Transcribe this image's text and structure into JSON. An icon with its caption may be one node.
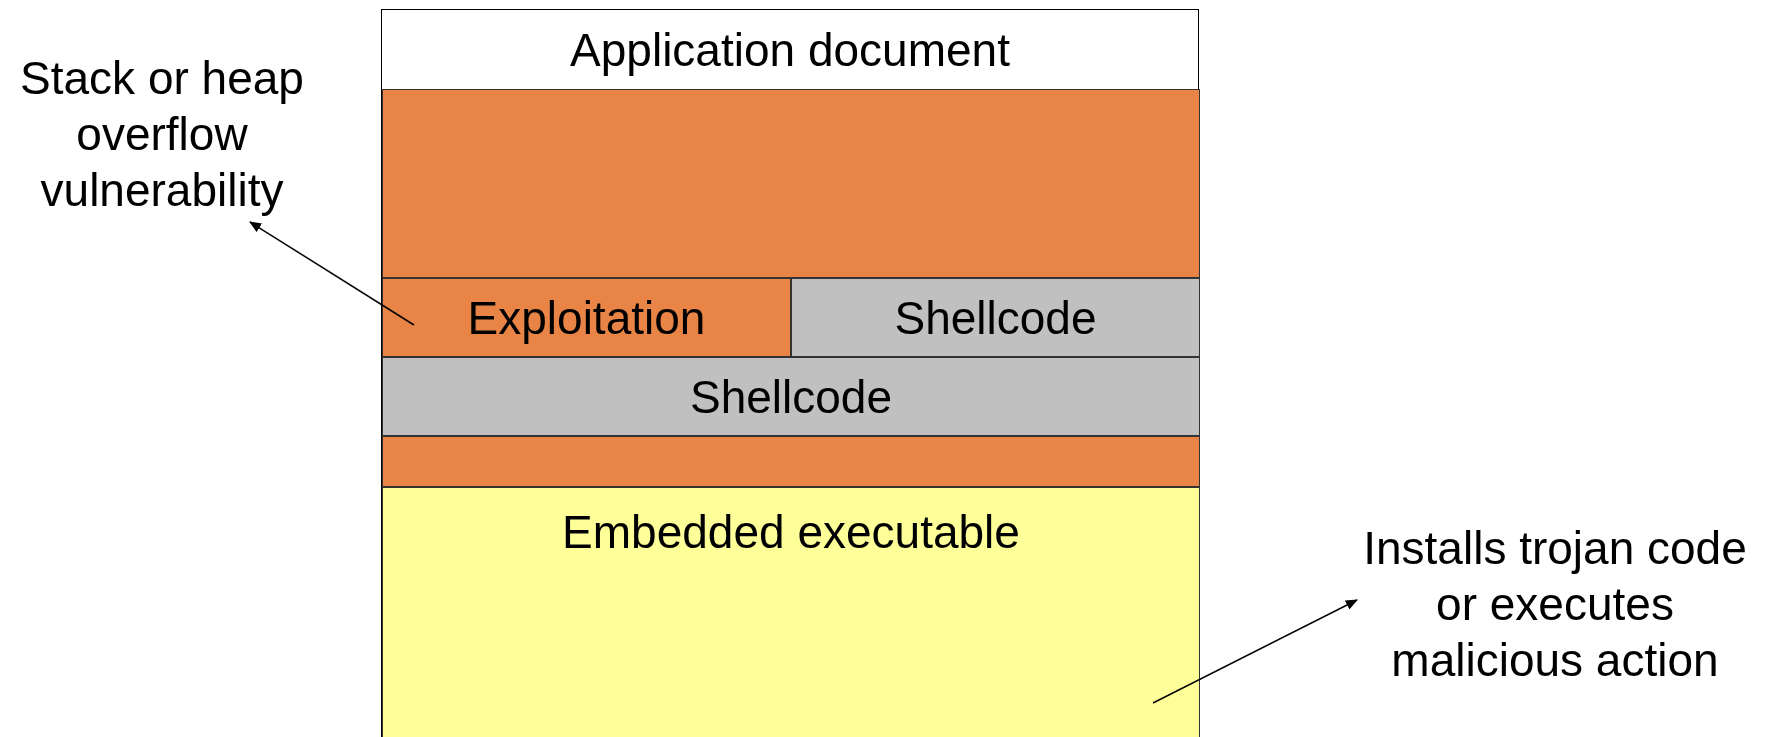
{
  "diagram": {
    "nodes": [
      {
        "text": [
          "Application document"
        ]
      },
      {
        "text": [],
        "shape": "box",
        "in": 0
      },
      {
        "text": [
          "Exploitation"
        ],
        "in": 0
      },
      {
        "text": [
          "Shellcode"
        ],
        "in": 0
      },
      {
        "text": [
          "Shellcode"
        ],
        "in": 0
      },
      {
        "text": [],
        "shape": "box",
        "in": 0
      },
      {
        "text": [
          "Embedded executable"
        ],
        "in": 0
      },
      {
        "text": [
          "Stack or heap overflow vulnerability"
        ]
      },
      {
        "text": [
          "Installs trojan code or executes malicious action"
        ]
      }
    ],
    "edges": [
      {
        "from": 2,
        "to": 7,
        "arrow": "to"
      },
      {
        "from": 6,
        "to": 8,
        "arrow": "to"
      }
    ]
  }
}
